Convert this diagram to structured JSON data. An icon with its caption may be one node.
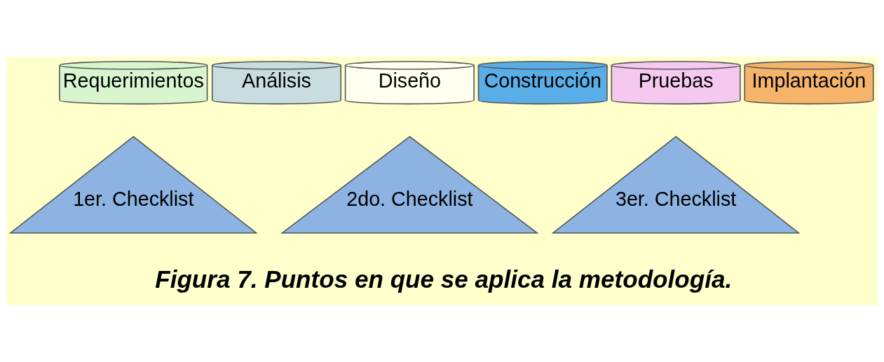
{
  "diagram": {
    "caption": "Figura 7. Puntos en que se aplica la metodología.",
    "nodes": [
      {
        "text": [
          "Requerimientos"
        ]
      },
      {
        "text": [
          "Análisis"
        ]
      },
      {
        "text": [
          "Diseño"
        ]
      },
      {
        "text": [
          "Construcción"
        ]
      },
      {
        "text": [
          "Pruebas"
        ]
      },
      {
        "text": [
          "Implantación"
        ]
      },
      {
        "text": [
          "1er. Checklist"
        ]
      },
      {
        "text": [
          "2do. Checklist"
        ]
      },
      {
        "text": [
          "3er. Checklist"
        ]
      }
    ],
    "edges": []
  }
}
